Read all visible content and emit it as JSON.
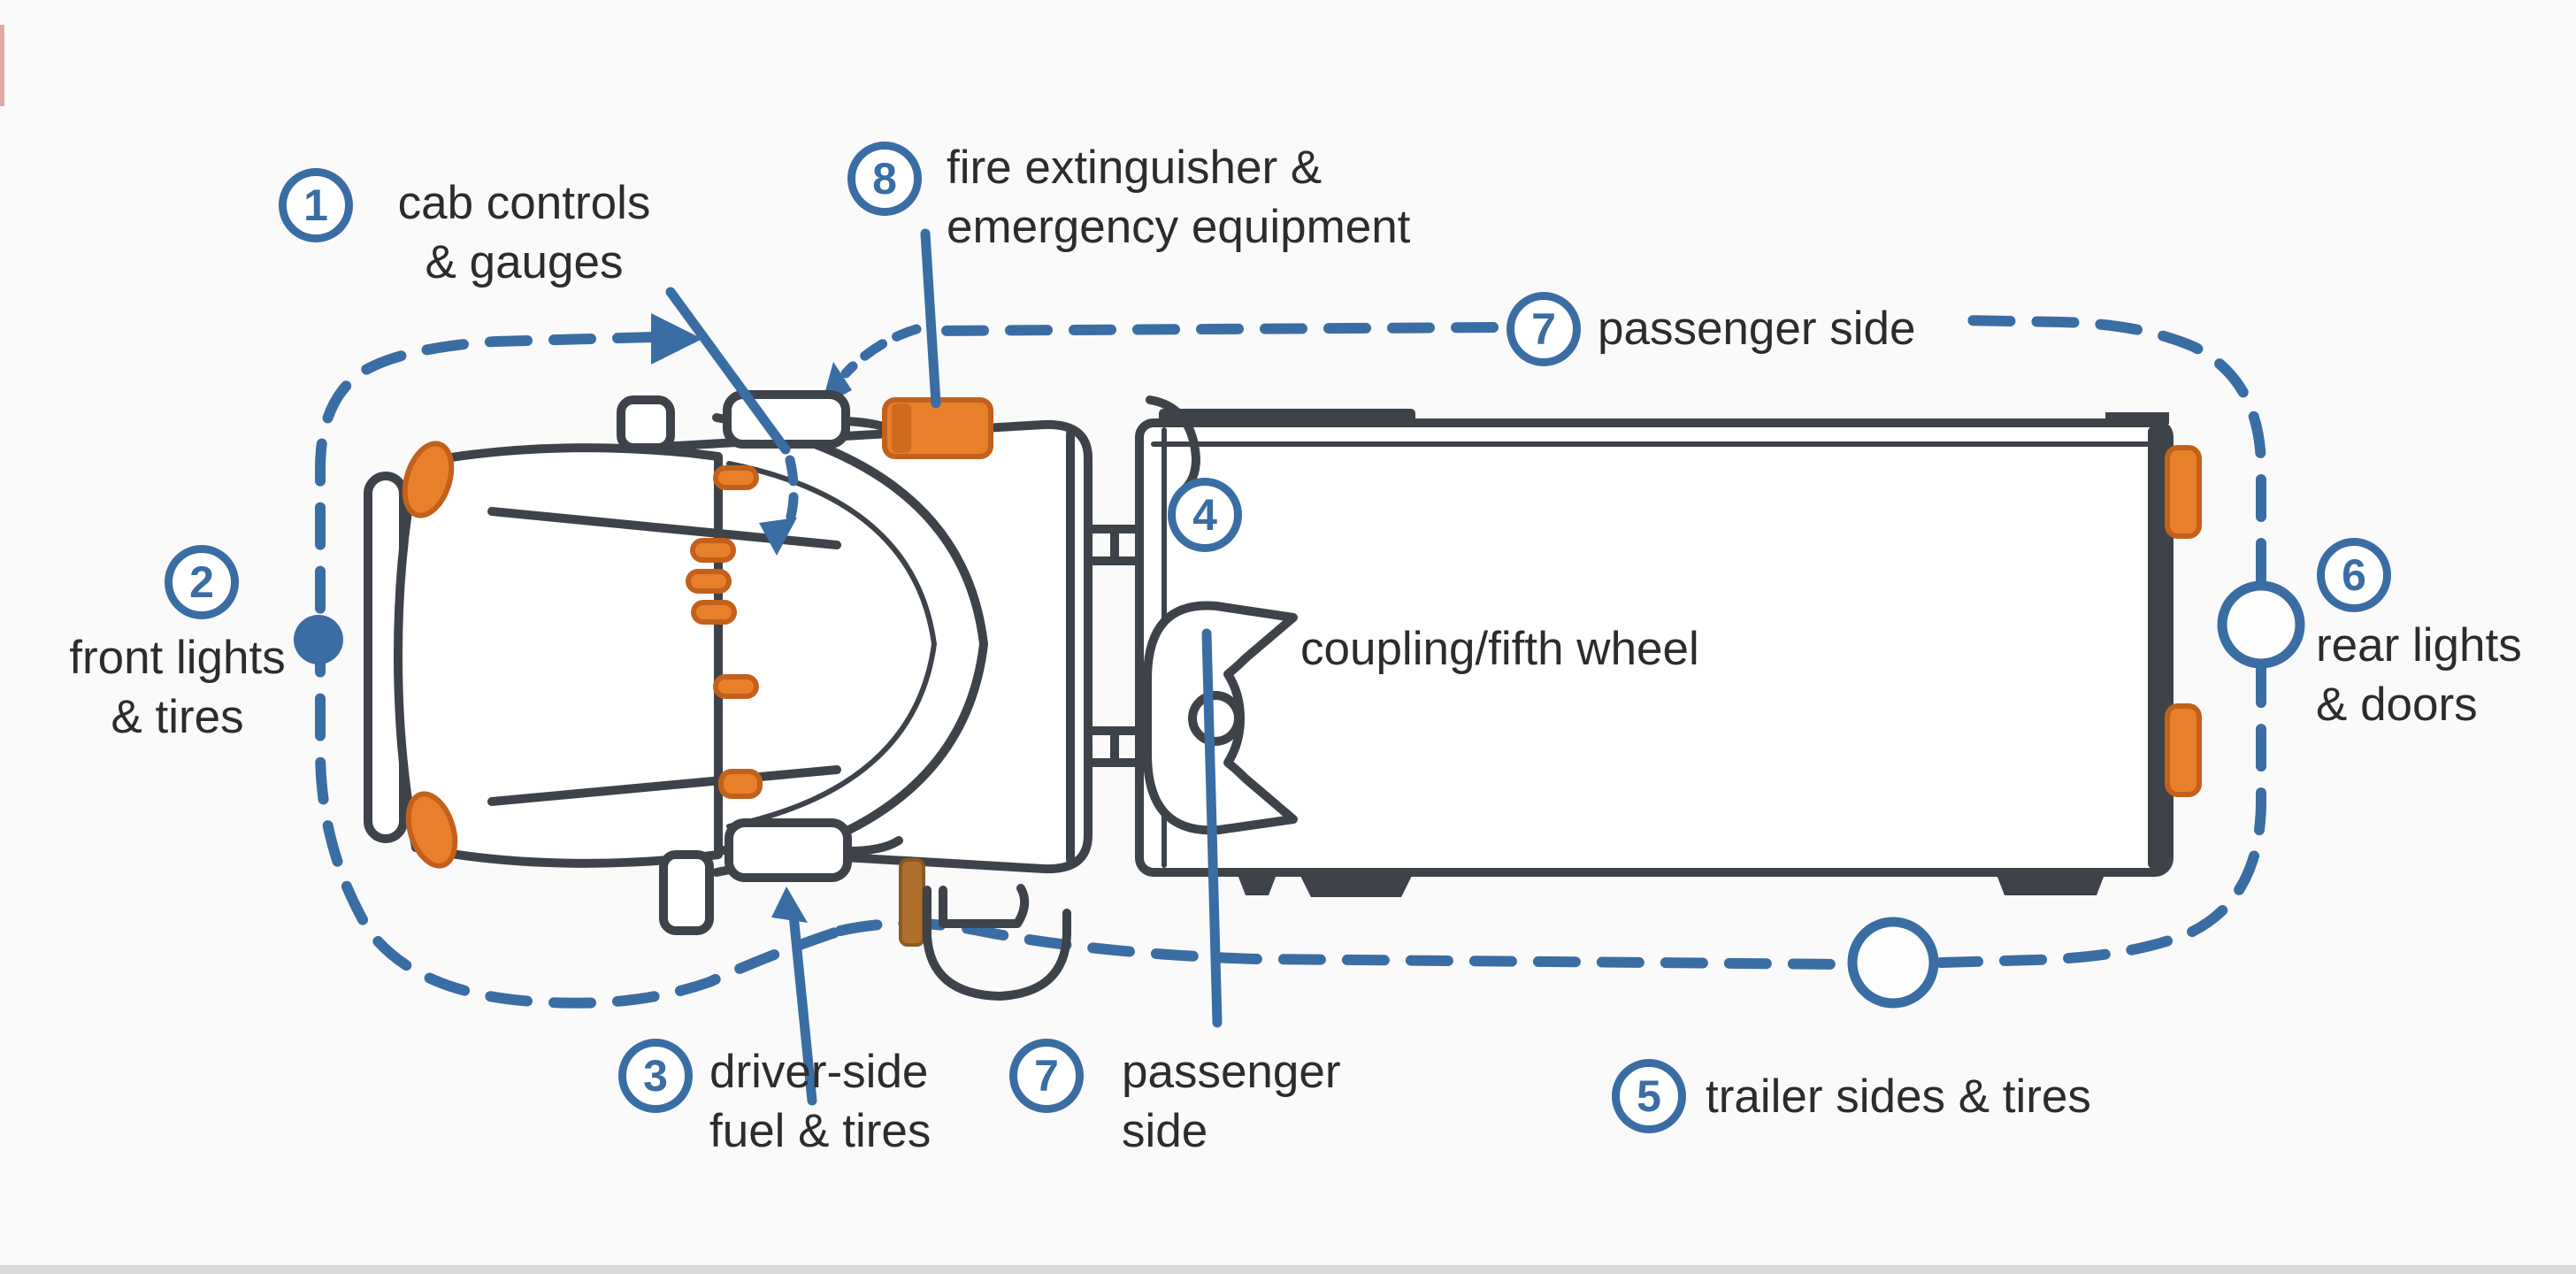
{
  "labels": {
    "cab_controls": {
      "number": "1",
      "line1": "cab controls",
      "line2": "& gauges"
    },
    "front_lights": {
      "number": "2",
      "line1": "front lights",
      "line2": "& tires"
    },
    "driver_side_fuel": {
      "number": "3",
      "line1": "driver-side",
      "line2": "fuel & tires"
    },
    "coupling": {
      "number": "4",
      "line1": "coupling/fifth wheel"
    },
    "trailer_sides": {
      "number": "5",
      "line1": "trailer sides & tires"
    },
    "rear_lights": {
      "number": "6",
      "line1": "rear lights",
      "line2": "& doors"
    },
    "passenger_side_top": {
      "number": "7",
      "line1": "passenger side"
    },
    "passenger_side_bottom": {
      "number": "7",
      "line1": "passenger",
      "line2": "side"
    },
    "fire_extinguisher": {
      "number": "8",
      "line1": "fire extinguisher &",
      "line2": "emergency equipment"
    }
  },
  "colors": {
    "accent_blue": "#3a6da3",
    "outline_dark": "#3e434a",
    "highlight_orange": "#e8802b",
    "orange_border": "#c3611c",
    "text": "#2c2c2c",
    "background": "#fafafa"
  }
}
